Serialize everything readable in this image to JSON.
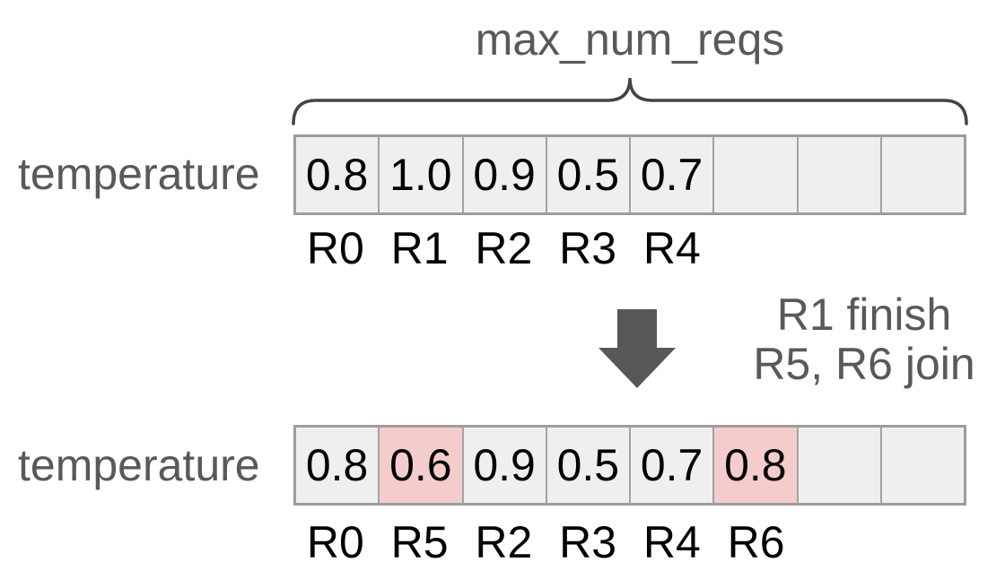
{
  "header": {
    "title": "max_num_reqs"
  },
  "row1": {
    "label": "temperature",
    "values": [
      "0.8",
      "1.0",
      "0.9",
      "0.5",
      "0.7",
      "",
      "",
      ""
    ],
    "highlighted_indices": [],
    "req_labels": [
      "R0",
      "R1",
      "R2",
      "R3",
      "R4",
      "",
      "",
      ""
    ]
  },
  "transition": {
    "line1": "R1 finish",
    "line2": "R5, R6 join",
    "arrow_icon": "down-arrow"
  },
  "row2": {
    "label": "temperature",
    "values": [
      "0.8",
      "0.6",
      "0.9",
      "0.5",
      "0.7",
      "0.8",
      "",
      ""
    ],
    "highlighted_indices": [
      1,
      5
    ],
    "req_labels": [
      "R0",
      "R5",
      "R2",
      "R3",
      "R4",
      "R6",
      "",
      ""
    ]
  },
  "colors": {
    "cell_bg": "#efefef",
    "highlight_bg": "#f4cccc",
    "cell_border": "#a3a3a3",
    "gray_text": "#595959",
    "value_text": "#000000",
    "arrow": "#575757",
    "brace": "#444444"
  }
}
